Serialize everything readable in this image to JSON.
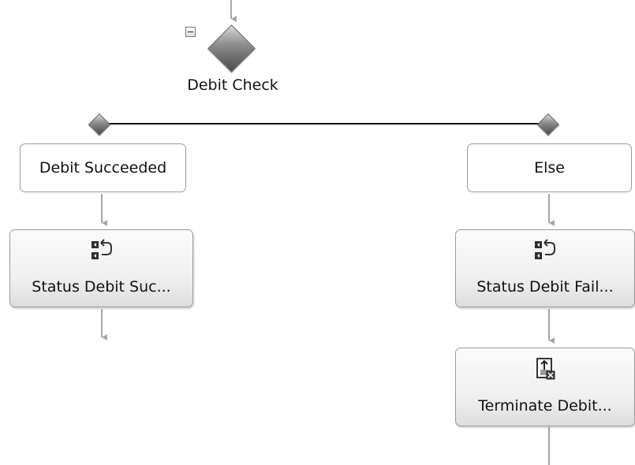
{
  "workflow": {
    "decision_label": "Debit Check",
    "branches": [
      {
        "label": "Debit Succeeded",
        "activities": [
          {
            "label": "Status Debit Suc...",
            "icon": "set-status-icon"
          }
        ]
      },
      {
        "label": "Else",
        "activities": [
          {
            "label": "Status Debit Fail...",
            "icon": "set-status-icon"
          },
          {
            "label": "Terminate Debit...",
            "icon": "terminate-icon"
          }
        ]
      }
    ]
  },
  "colors": {
    "connector": "#a5a5a5",
    "branch_line": "#111111",
    "diamond_dark": "#4a4a4a",
    "box_border": "#9a9a9a"
  }
}
